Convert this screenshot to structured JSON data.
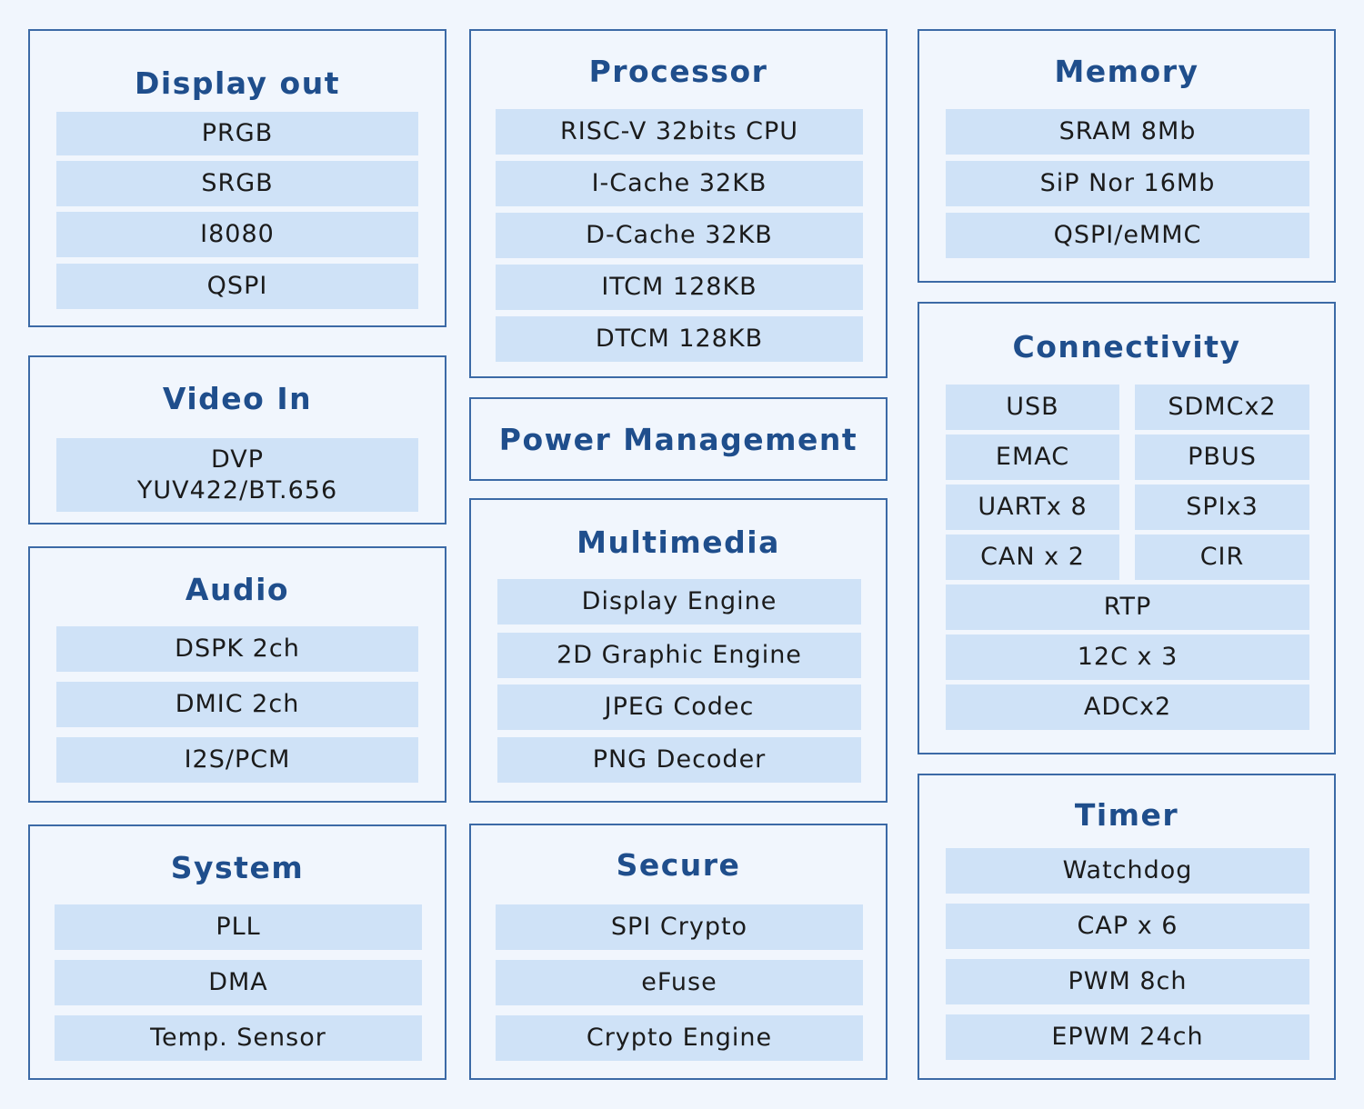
{
  "panels": {
    "display_out": {
      "title": "Display out",
      "items": [
        "PRGB",
        "SRGB",
        "I8080",
        "QSPI"
      ]
    },
    "video_in": {
      "title": "Video In",
      "items": [
        [
          "DVP",
          "YUV422/BT.656"
        ]
      ]
    },
    "audio": {
      "title": "Audio",
      "items": [
        "DSPK 2ch",
        "DMIC 2ch",
        "I2S/PCM"
      ]
    },
    "system": {
      "title": "System",
      "items": [
        "PLL",
        "DMA",
        "Temp. Sensor"
      ]
    },
    "processor": {
      "title": "Processor",
      "items": [
        "RISC-V 32bits CPU",
        "I-Cache 32KB",
        "D-Cache 32KB",
        "ITCM 128KB",
        "DTCM 128KB"
      ]
    },
    "power_management": {
      "title": "Power Management",
      "items": []
    },
    "multimedia": {
      "title": "Multimedia",
      "items": [
        "Display Engine",
        "2D Graphic Engine",
        "JPEG Codec",
        "PNG Decoder"
      ]
    },
    "secure": {
      "title": "Secure",
      "items": [
        "SPI Crypto",
        "eFuse",
        "Crypto Engine"
      ]
    },
    "memory": {
      "title": "Memory",
      "items": [
        "SRAM 8Mb",
        "SiP Nor 16Mb",
        "QSPI/eMMC"
      ]
    },
    "connectivity": {
      "title": "Connectivity",
      "items": [
        "USB",
        "SDMCx2",
        "EMAC",
        "PBUS",
        "UARTx 8",
        "SPIx3",
        "CAN x 2",
        "CIR",
        "RTP",
        "12C x 3",
        "ADCx2"
      ]
    },
    "timer": {
      "title": "Timer",
      "items": [
        "Watchdog",
        "CAP x 6",
        "PWM 8ch",
        "EPWM 24ch"
      ]
    }
  },
  "colors": {
    "border": "#3c6aa6",
    "title": "#1f4e8c",
    "item_bg": "#cfe2f7",
    "background": "#f1f6fd"
  }
}
